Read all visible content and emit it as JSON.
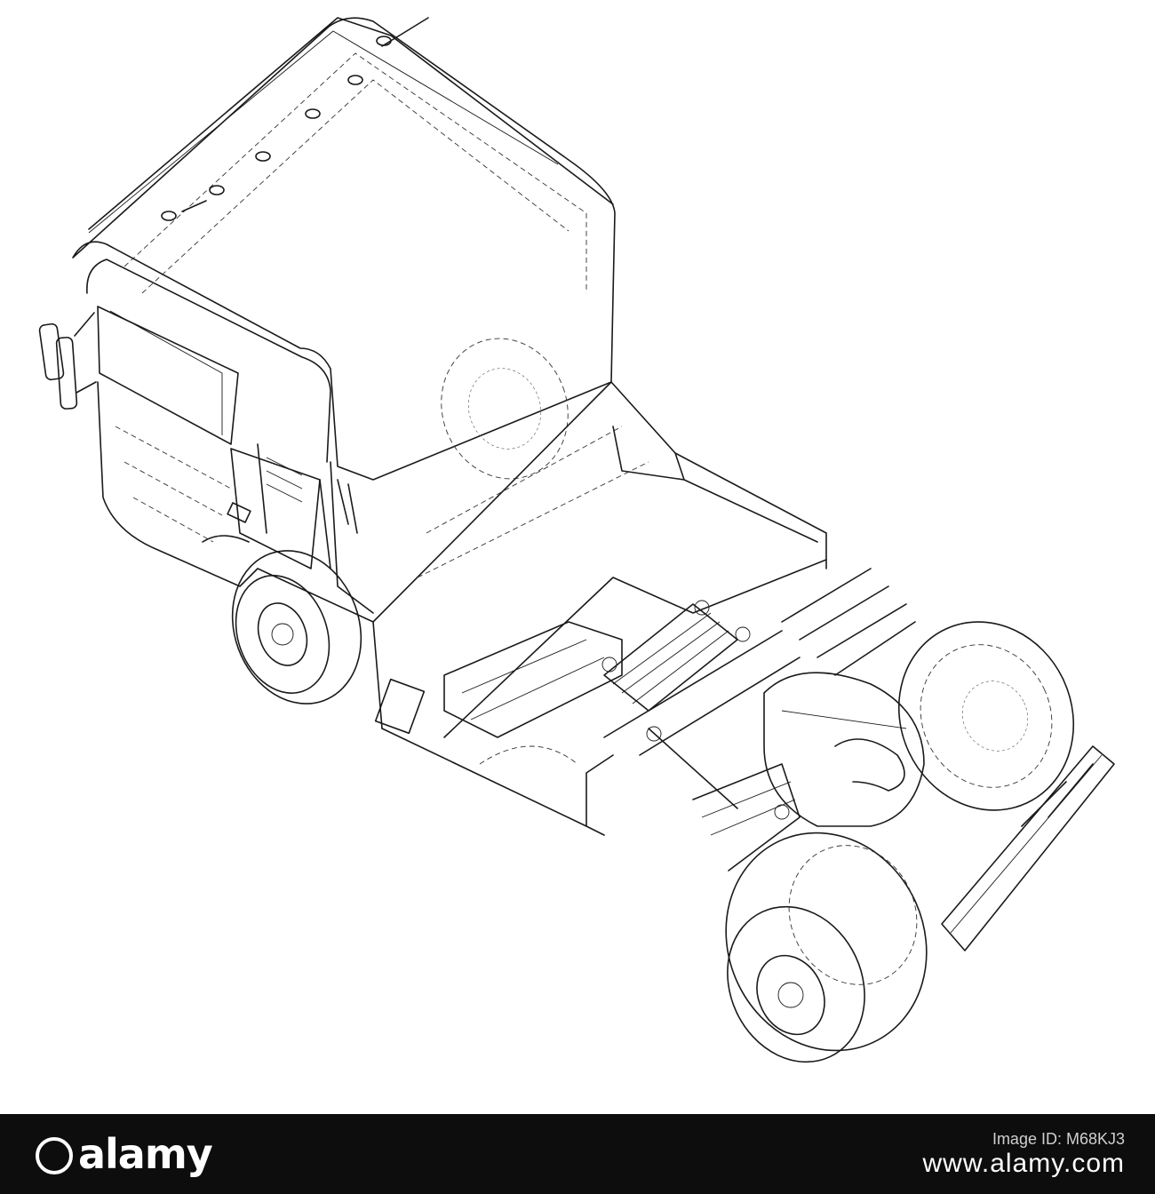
{
  "image": {
    "subject": "truck-tractor-wireframe",
    "line_color": "#1a1a1a",
    "background": "#ffffff"
  },
  "footer": {
    "brand": "alamy",
    "id_label": "Image ID: M68KJ3",
    "url": "www.alamy.com",
    "background": "#0d0d0d",
    "text_color": "#ffffff"
  }
}
